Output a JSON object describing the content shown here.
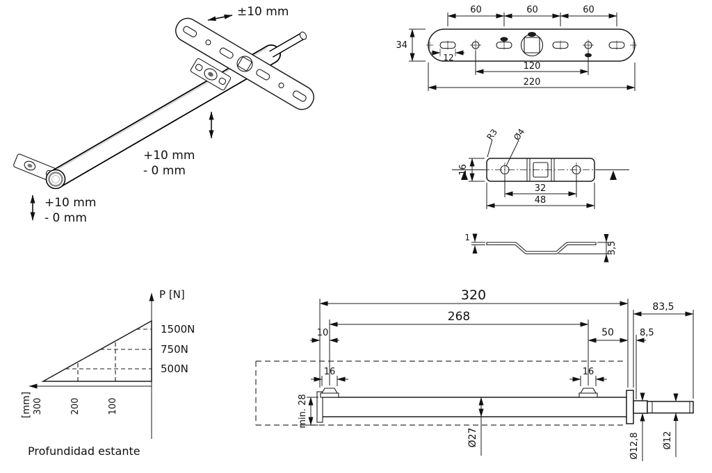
{
  "iso": {
    "tol_top": "±10 mm",
    "tol_mid_plus": "+10 mm",
    "tol_mid_minus": "- 0   mm",
    "tol_bot_plus": "+10 mm",
    "tol_bot_minus": "- 0   mm"
  },
  "plate_view": {
    "span_a": "60",
    "span_b": "60",
    "span_c": "60",
    "height": "34",
    "slot_len": "12",
    "hole_span": "120",
    "total_len": "220"
  },
  "clamp_view": {
    "corner_radius": "R3",
    "hole_dia": "Ø4",
    "height": "16",
    "hole_span": "32",
    "total_len": "48"
  },
  "clamp_section": {
    "thickness": "1",
    "depth": "3,5"
  },
  "load_chart": {
    "y_axis": "P [N]",
    "x_axis": "[mm]",
    "load_1500": "1500N",
    "load_750": "750N",
    "load_500": "500N",
    "depth_300": "300",
    "depth_200": "200",
    "depth_100": "100",
    "caption": "Profundidad estante"
  },
  "chart_data": {
    "type": "line",
    "title": "",
    "xlabel": "[mm]",
    "ylabel": "P [N]",
    "x": [
      100,
      200,
      300
    ],
    "y": [
      1500,
      750,
      500
    ],
    "x_ticks": [
      "300",
      "200",
      "100"
    ],
    "y_ticks": [
      "1500N",
      "750N",
      "500N"
    ],
    "xlim": [
      0,
      300
    ],
    "ylim": [
      0,
      1500
    ],
    "caption": "Profundidad estante"
  },
  "rod_view": {
    "len_total": "320",
    "len_inner": "268",
    "len_right": "83,5",
    "off_left": "10",
    "off_right": "50",
    "flange_offset": "8,5",
    "clamp_w_left": "16",
    "clamp_w_right": "16",
    "min_depth": "min. 28",
    "tube_dia": "Ø27",
    "neck_dia": "Ø12,8",
    "pin_dia": "Ø12"
  }
}
